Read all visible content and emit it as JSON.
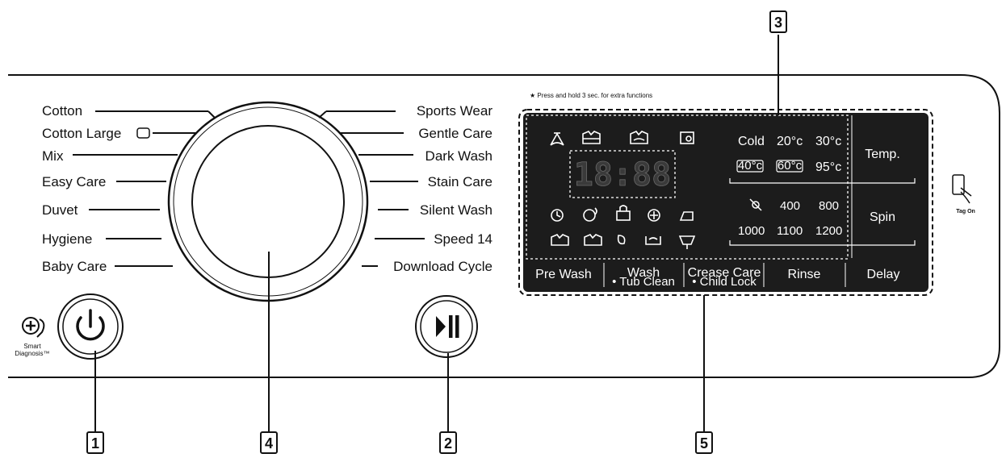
{
  "programs_left": [
    "Cotton",
    "Cotton Large",
    "Mix",
    "Easy Care",
    "Duvet",
    "Hygiene",
    "Baby Care"
  ],
  "programs_right": [
    "Sports Wear",
    "Gentle Care",
    "Dark Wash",
    "Stain Care",
    "Silent Wash",
    "Speed 14",
    "Download Cycle"
  ],
  "note": "★ Press and hold 3 sec. for extra functions",
  "smart_diagnosis": [
    "Smart",
    "Diagnosis™"
  ],
  "tag_on": "Tag On",
  "temperature": {
    "options": [
      "Cold",
      "20°c",
      "30°c",
      "40°c",
      "60°c",
      "95°c"
    ],
    "button": "Temp."
  },
  "spin": {
    "options": [
      "400",
      "800",
      "1000",
      "1100",
      "1200"
    ],
    "button": "Spin"
  },
  "buttons": {
    "pre_wash": "Pre Wash",
    "wash": "Wash",
    "wash_sub": "• Tub Clean",
    "crease_care": "Crease Care",
    "crease_care_sub": "• Child Lock",
    "rinse": "Rinse",
    "delay": "Delay"
  },
  "display": "18:88",
  "callouts": [
    "1",
    "2",
    "3",
    "4",
    "5"
  ],
  "icons": {
    "power": "power-icon",
    "start_pause": "play-pause-icon",
    "smart_diagnosis": "smart-diagnosis-icon",
    "tag_on": "phone-tap-icon"
  },
  "colors": {
    "panel": "#1c1c1c",
    "line": "#111111",
    "background": "#ffffff"
  }
}
